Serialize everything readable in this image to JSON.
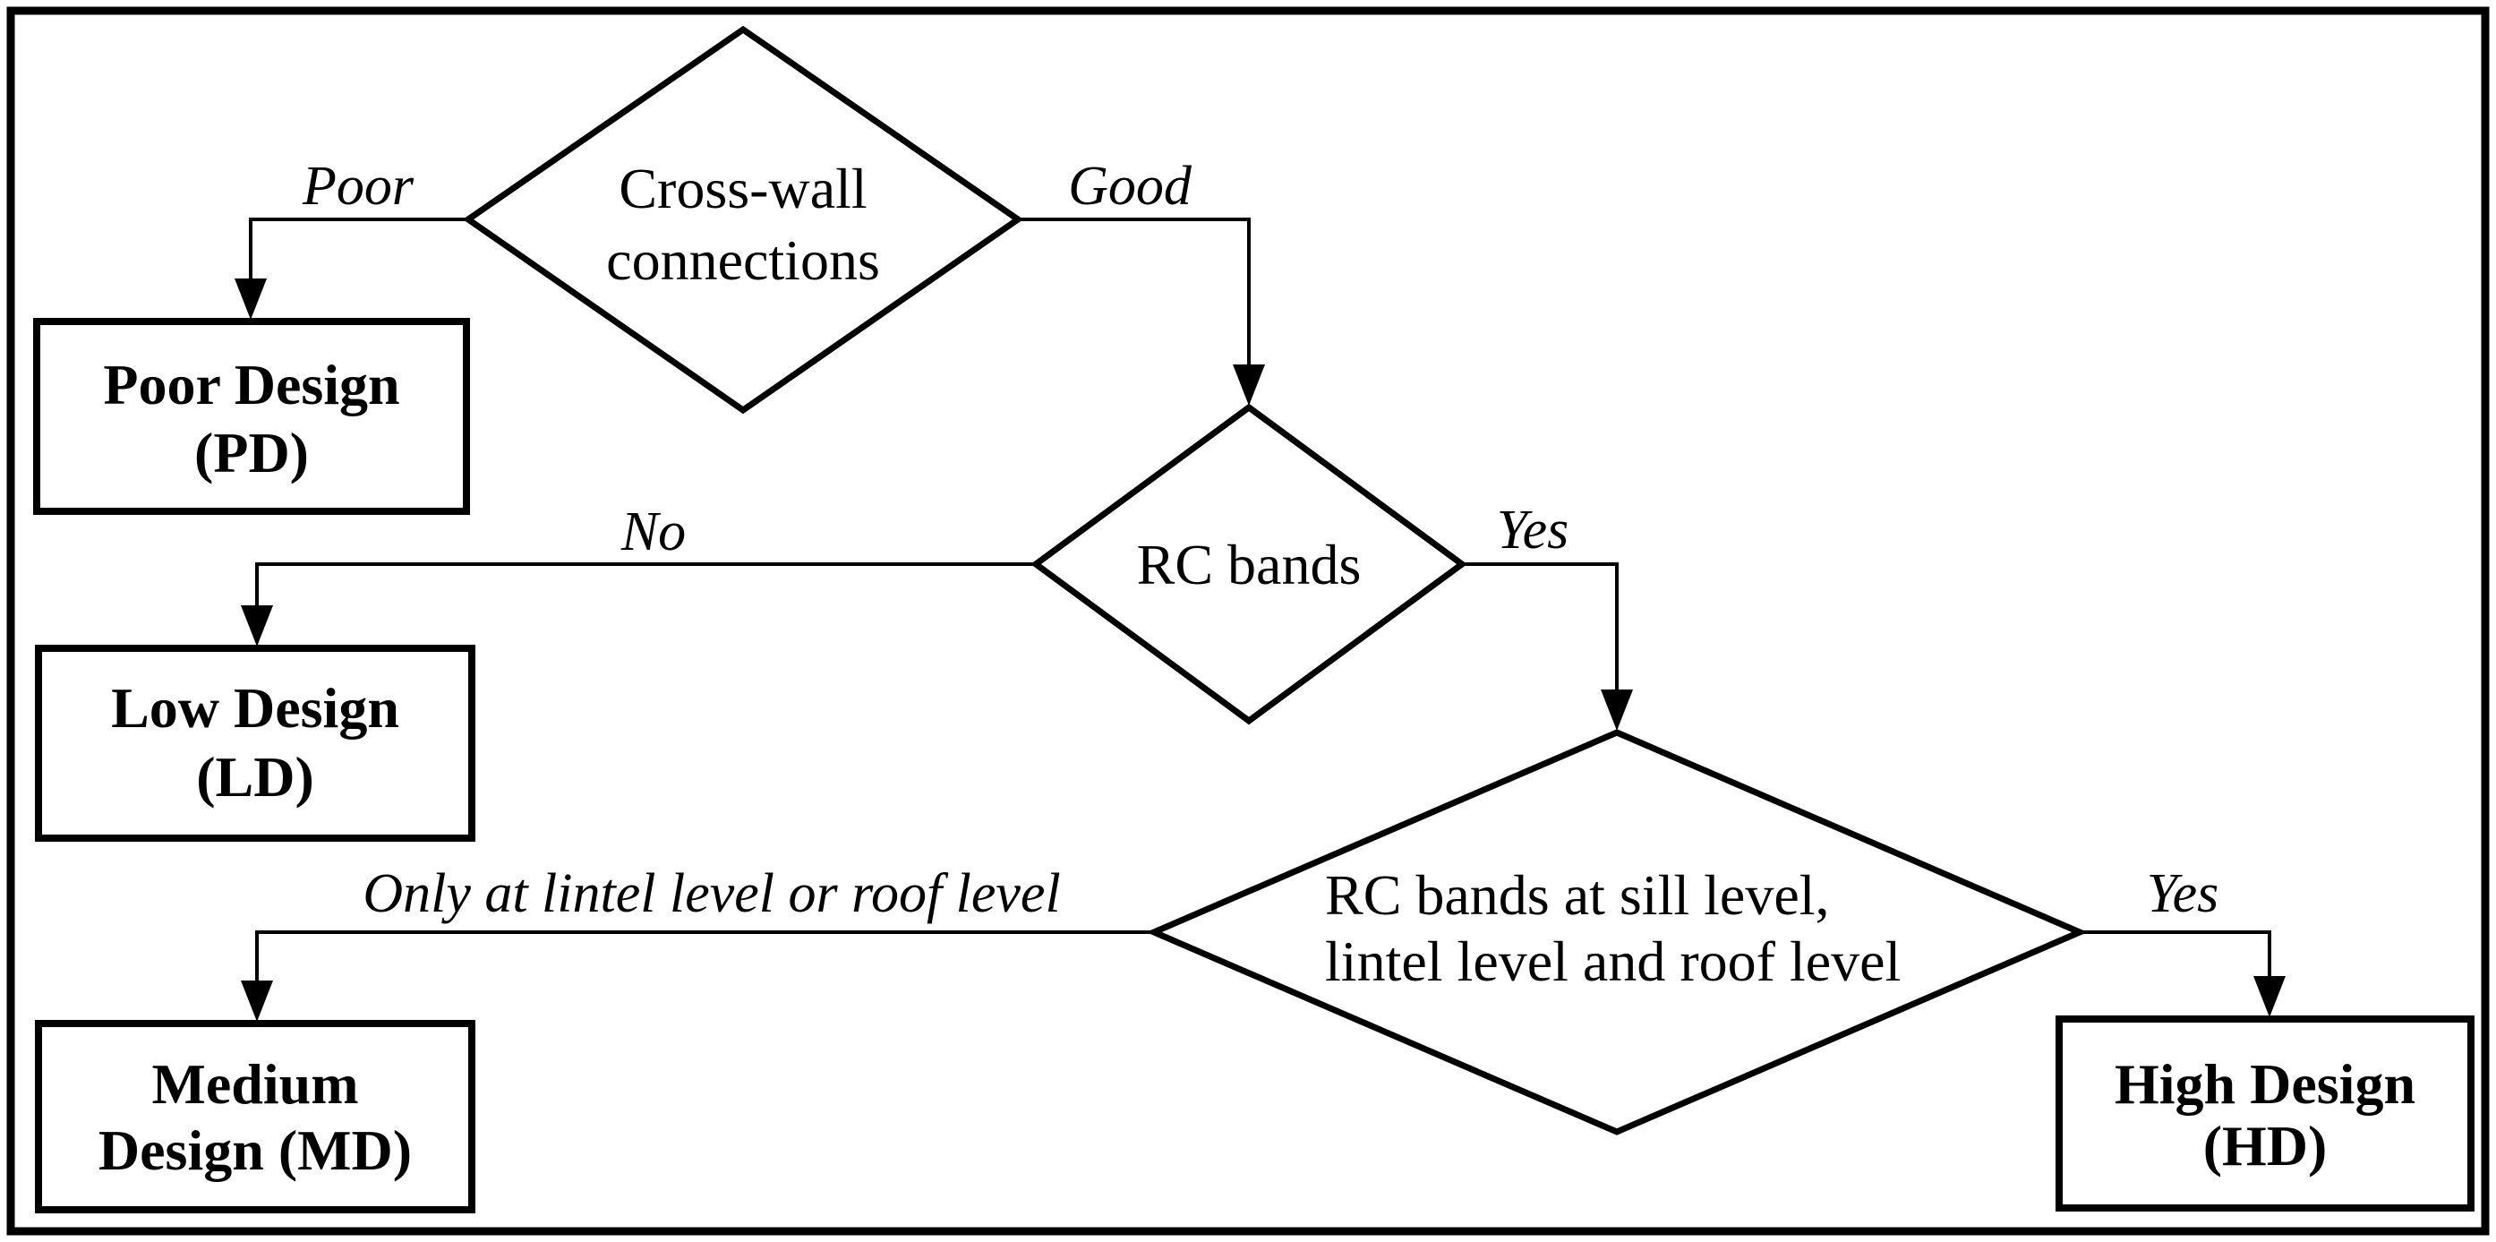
{
  "colors": {
    "background": "#ffffff",
    "line": "#000000",
    "text": "#000000"
  },
  "flowchart": {
    "decisions": {
      "cross_wall": {
        "line1": "Cross-wall",
        "line2": "connections"
      },
      "rc_bands": {
        "label": "RC bands"
      },
      "rc_bands_levels": {
        "line1": "RC bands at sill level,",
        "line2": "lintel level and roof level"
      }
    },
    "outcomes": {
      "poor_design": {
        "line1": "Poor Design",
        "line2": "(PD)"
      },
      "low_design": {
        "line1": "Low Design",
        "line2": "(LD)"
      },
      "medium_design": {
        "line1": "Medium",
        "line2": "Design (MD)"
      },
      "high_design": {
        "line1": "High Design",
        "line2": "(HD)"
      }
    },
    "edge_labels": {
      "poor": "Poor",
      "good": "Good",
      "no": "No",
      "yes_rc_bands": "Yes",
      "only_lintel_roof": "Only at lintel level or roof level",
      "yes_levels": "Yes"
    }
  }
}
